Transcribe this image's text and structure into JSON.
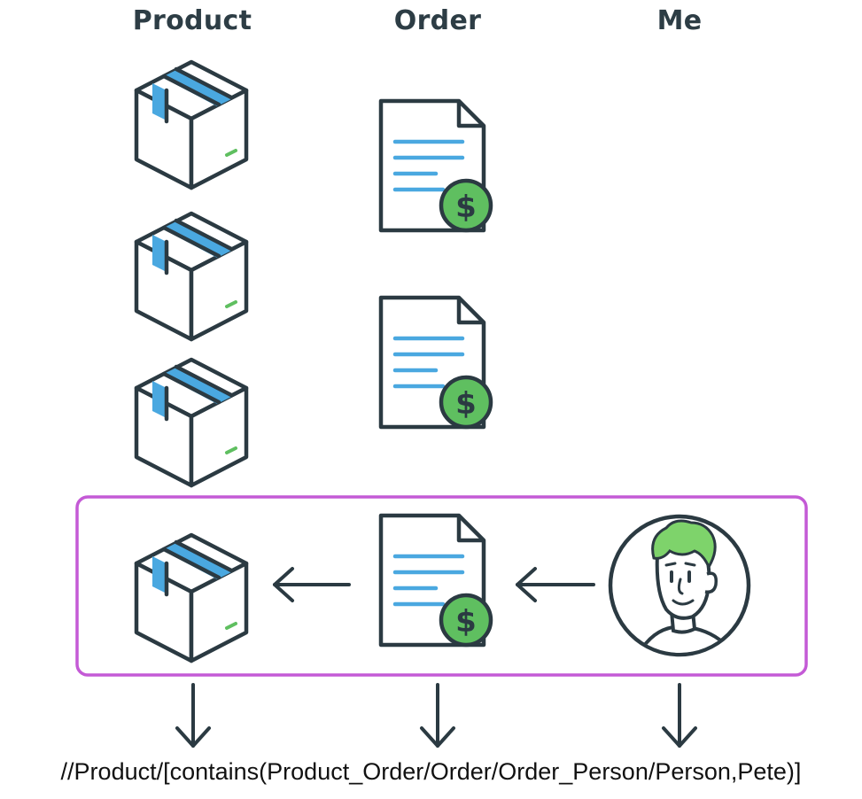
{
  "columns": {
    "product": "Product",
    "order": "Order",
    "me": "Me"
  },
  "icons": {
    "product": "box-icon",
    "order": "invoice-icon",
    "me": "person-avatar-icon",
    "arrow_left": "arrow-left-icon",
    "arrow_down": "arrow-down-icon"
  },
  "colors": {
    "outline": "#2b3a42",
    "box_tape": "#4aa8e0",
    "document_lines": "#4aa8e0",
    "coin": "#5fbf60",
    "highlight_frame": "#c45ad6",
    "hair": "#7ed36b"
  },
  "query": "//Product/[contains(Product_Order/Order/Order_Person/Person,Pete)]"
}
